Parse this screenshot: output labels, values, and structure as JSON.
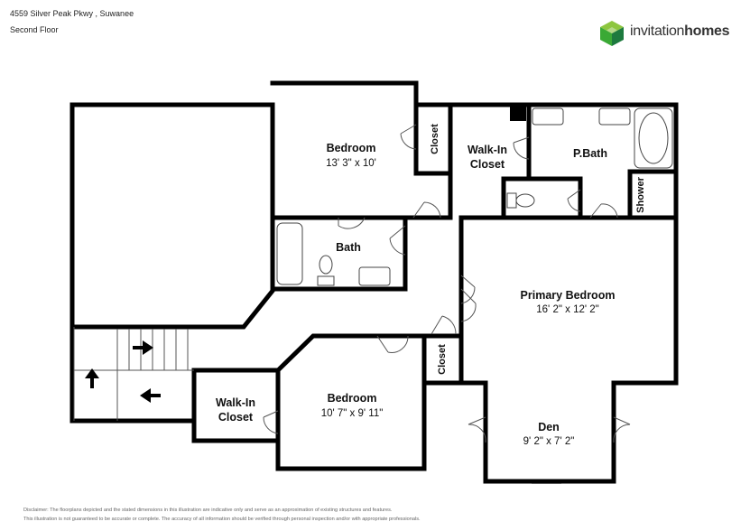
{
  "header": {
    "address": "4559 Silver Peak Pkwy , Suwanee",
    "floor": "Second Floor"
  },
  "logo": {
    "brand_light": "invitation",
    "brand_bold": "homes",
    "colors": [
      "#8dc63f",
      "#3aa935",
      "#1d7a3e"
    ]
  },
  "rooms": {
    "bedroom1": {
      "name": "Bedroom",
      "dims": "13' 3\" x 10'"
    },
    "closet1": {
      "name": "Closet"
    },
    "walkin1": {
      "name_line1": "Walk-In",
      "name_line2": "Closet"
    },
    "pbath": {
      "name": "P.Bath"
    },
    "shower": {
      "name": "Shower"
    },
    "bath": {
      "name": "Bath"
    },
    "primary": {
      "name": "Primary Bedroom",
      "dims": "16' 2\" x 12' 2\""
    },
    "closet2": {
      "name": "Closet"
    },
    "bedroom2": {
      "name": "Bedroom",
      "dims": "10' 7\" x 9' 11\""
    },
    "walkin2": {
      "name_line1": "Walk-In",
      "name_line2": "Closet"
    },
    "den": {
      "name": "Den",
      "dims": "9' 2\" x 7' 2\""
    }
  },
  "disclaimer": {
    "line1": "Disclaimer: The floorplans depicted and the stated dimensions in this illustration are indicative only and serve as an approximation of existing structures and features.",
    "line2": "This illustration is not guaranteed to be accurate or complete. The accuracy of all information should be verified through personal inspection and/or with appropriate professionals."
  }
}
